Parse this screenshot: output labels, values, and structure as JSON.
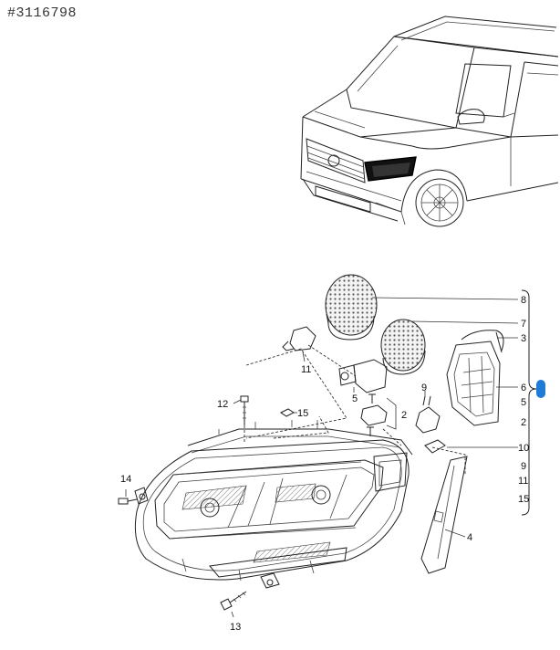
{
  "diagram_id": "#3116798",
  "callouts": {
    "c1": "2",
    "c2": "3",
    "c3": "4",
    "c4": "5",
    "c5": "6",
    "c6": "7",
    "c7": "8",
    "c8": "9",
    "c9": "10",
    "c10": "11",
    "c11": "12",
    "c12": "13",
    "c13": "14",
    "c14": "15"
  },
  "group_list": {
    "g1": "8",
    "g2": "7",
    "g3": "3",
    "g4": "6",
    "g5": "5",
    "g6": "2",
    "g7": "10",
    "g8": "9",
    "g9": "11",
    "g10": "15"
  },
  "accent_color": "#1e7bd8"
}
